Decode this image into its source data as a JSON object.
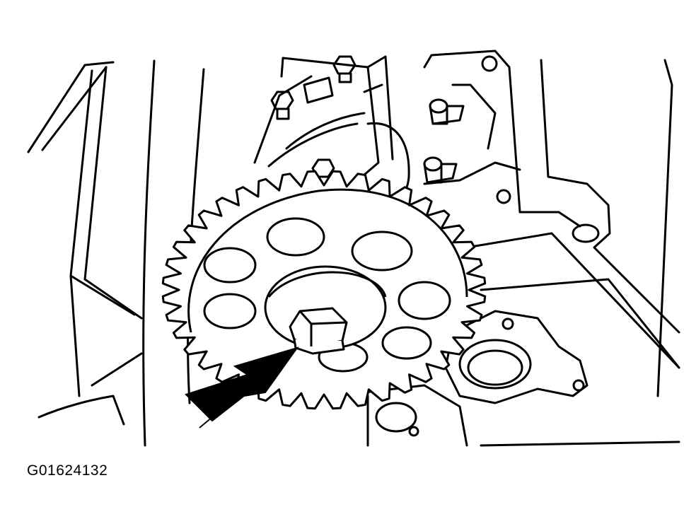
{
  "figure": {
    "code": "G01624132",
    "colors": {
      "line": "#000000",
      "background": "#ffffff"
    },
    "callouts": [
      {
        "name": "arrow",
        "points_to": "gear-center-bolt"
      }
    ]
  }
}
